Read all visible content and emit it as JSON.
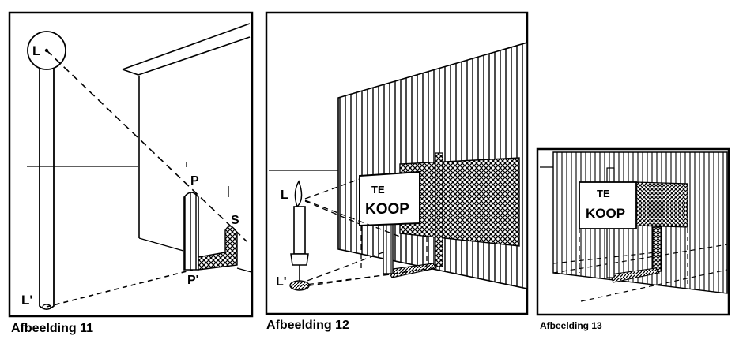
{
  "figures": [
    {
      "caption": "Afbeelding 11",
      "labels": {
        "lamp": "L",
        "lamp_base": "L'",
        "post_top": "P",
        "post_base": "P'",
        "shadow_tip": "S"
      }
    },
    {
      "caption": "Afbeelding 12",
      "labels": {
        "flame": "L",
        "candle_base": "L'"
      },
      "sign": {
        "line1": "TE",
        "line2": "KOOP"
      }
    },
    {
      "caption": "Afbeelding 13",
      "sign": {
        "line1": "TE",
        "line2": "KOOP"
      }
    }
  ]
}
